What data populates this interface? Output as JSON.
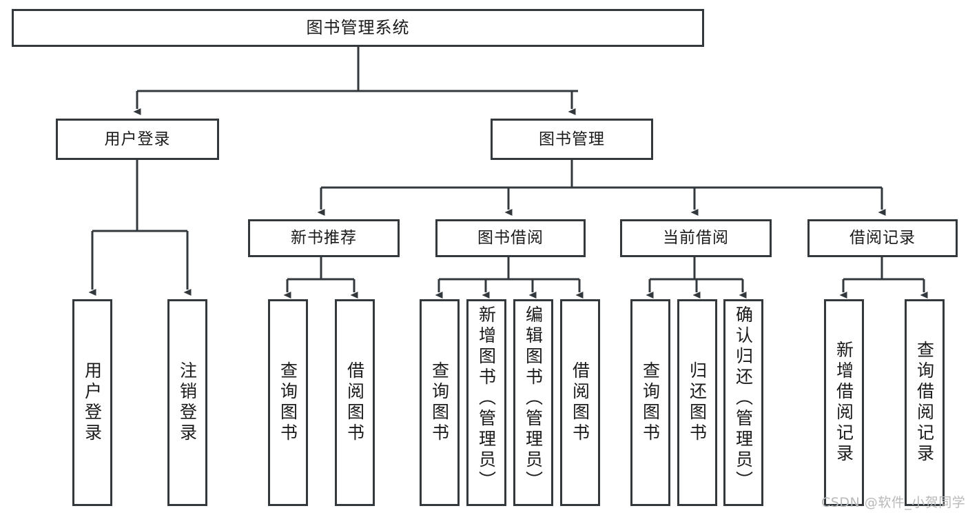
{
  "diagram": {
    "title": "图书管理系统",
    "type": "tree",
    "watermark": "CSDN @软件_小贺同学",
    "colors": {
      "box_border": "#33383d",
      "box_fill": "#ffffff",
      "edge": "#33383d",
      "text": "#1a1a1a",
      "watermark": "#b9b9b9",
      "background": "#ffffff"
    },
    "levels": {
      "root": {
        "label": "图书管理系统"
      },
      "level1": [
        {
          "label": "用户登录"
        },
        {
          "label": "图书管理"
        }
      ],
      "level2": [
        {
          "label": "新书推荐"
        },
        {
          "label": "图书借阅"
        },
        {
          "label": "当前借阅"
        },
        {
          "label": "借阅记录"
        }
      ],
      "leaves": {
        "user_login": [
          {
            "label": "用户登录"
          },
          {
            "label": "注销登录"
          }
        ],
        "new_book_recommend": [
          {
            "label": "查询图书"
          },
          {
            "label": "借阅图书"
          }
        ],
        "book_borrow": [
          {
            "label": "查询图书"
          },
          {
            "label": "新增图书（管理员）"
          },
          {
            "label": "编辑图书（管理员）"
          },
          {
            "label": "借阅图书"
          }
        ],
        "current_borrow": [
          {
            "label": "查询图书"
          },
          {
            "label": "归还图书"
          },
          {
            "label": "确认归还（管理员）"
          }
        ],
        "borrow_record": [
          {
            "label": "新增借阅记录"
          },
          {
            "label": "查询借阅记录"
          }
        ]
      }
    }
  }
}
